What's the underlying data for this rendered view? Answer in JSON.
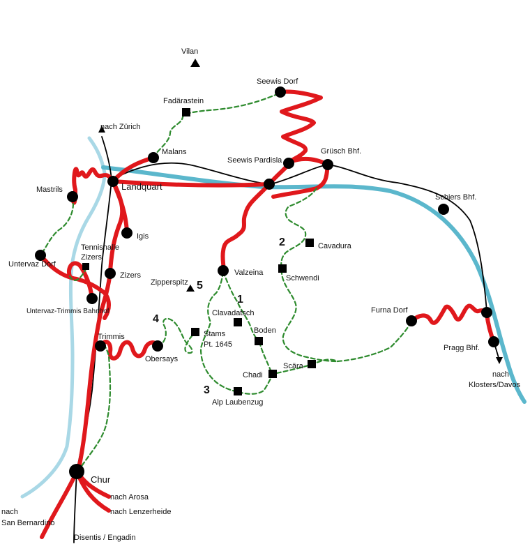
{
  "map": {
    "towns": {
      "vilan": "Vilan",
      "seewis_dorf": "Seewis Dorf",
      "fadaerastein": "Fadärastein",
      "nach_zuerich": "nach Zürich",
      "malans": "Malans",
      "seewis_pardisla": "Seewis Pardisla",
      "gruesch": "Grüsch Bhf.",
      "mastrils": "Mastrils",
      "landquart": "Landquart",
      "schiers": "Schiers Bhf.",
      "igis": "Igis",
      "tennishalle": "Tennishalle",
      "zizers_tennis": "Zizers",
      "untervaz_dorf": "Untervaz Dorf",
      "zizers": "Zizers",
      "zipperspitz": "Zipperspitz",
      "valzeina": "Valzeina",
      "cavadura": "Cavadura",
      "schwendi": "Schwendi",
      "clavadatsch": "Clavadatsch",
      "untervaz_trimmis": "Untervaz-Trimmis Bahnhof",
      "furna_dorf": "Furna Dorf",
      "boden": "Boden",
      "stams": "Stams",
      "pt1645": "Pt. 1645",
      "trimmis": "Trimmis",
      "obersays": "Obersays",
      "praeg": "Pragg Bhf.",
      "scaera": "Scära",
      "chadi": "Chadi",
      "alp_laubenzug": "Alp Laubenzug",
      "nach_klosters_1": "nach",
      "nach_klosters_2": "Klosters/Davos",
      "chur": "Chur",
      "nach_arosa": "nach Arosa",
      "nach_lenzerheide": "nach Lenzerheide",
      "nach_sb_1": "nach",
      "nach_sb_2": "San Bernardino",
      "disentis": "Disentis / Engadin"
    },
    "route_numbers": {
      "r1": "1",
      "r2": "2",
      "r3": "3",
      "r4": "4",
      "r5": "5"
    },
    "colors": {
      "river": "#5bb7cc",
      "river_light": "#a9d8e6",
      "railway": "#000000",
      "road": "#e0181c",
      "hiking_trail": "#2e8b2e"
    },
    "symbols": {
      "station": "filled-circle",
      "farm_hut": "filled-square",
      "summit": "filled-triangle"
    }
  }
}
